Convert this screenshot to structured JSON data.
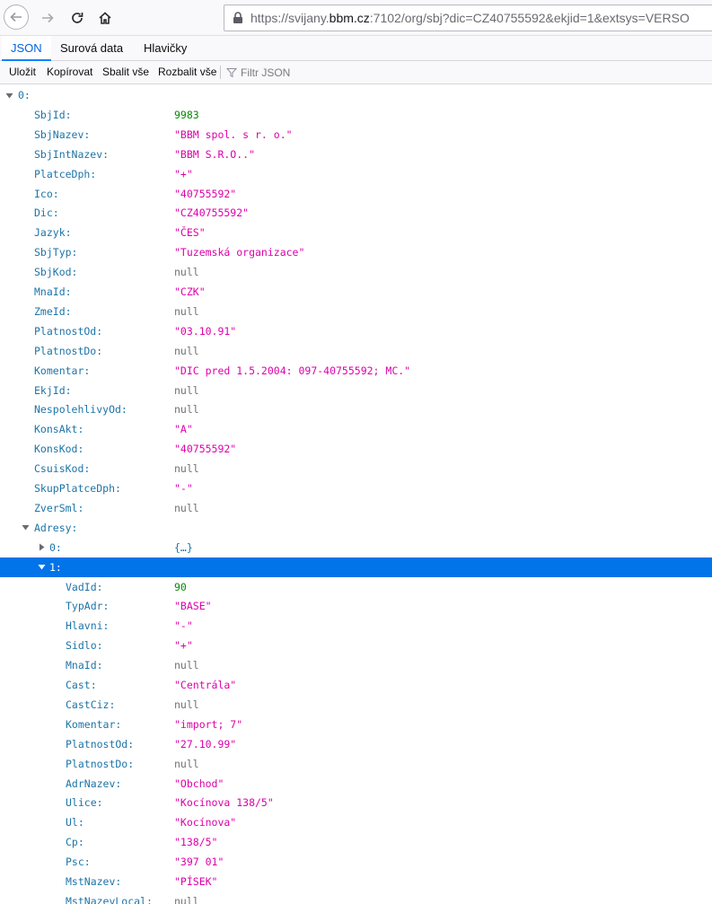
{
  "browser": {
    "url_prefix": "https://svijany.",
    "url_host": "bbm.cz",
    "url_suffix": ":7102/org/sbj?dic=CZ40755592&ekjid=1&extsys=VERSO"
  },
  "tabs": [
    {
      "label": "JSON",
      "active": true
    },
    {
      "label": "Surová data",
      "active": false
    },
    {
      "label": "Hlavičky",
      "active": false
    }
  ],
  "toolbar": {
    "save": "Uložit",
    "copy": "Kopírovat",
    "collapse": "Sbalit vše",
    "expand": "Rozbalit vše",
    "filter_placeholder": "Filtr JSON"
  },
  "json_rows": [
    {
      "depth": 0,
      "key": "0:",
      "expander": "open"
    },
    {
      "depth": 1,
      "key": "SbjId:",
      "value": "9983",
      "type": "num"
    },
    {
      "depth": 1,
      "key": "SbjNazev:",
      "value": "\"BBM spol. s r. o.\"",
      "type": "str"
    },
    {
      "depth": 1,
      "key": "SbjIntNazev:",
      "value": "\"BBM S.R.O..\"",
      "type": "str"
    },
    {
      "depth": 1,
      "key": "PlatceDph:",
      "value": "\"+\"",
      "type": "str"
    },
    {
      "depth": 1,
      "key": "Ico:",
      "value": "\"40755592\"",
      "type": "str"
    },
    {
      "depth": 1,
      "key": "Dic:",
      "value": "\"CZ40755592\"",
      "type": "str"
    },
    {
      "depth": 1,
      "key": "Jazyk:",
      "value": "\"ČES\"",
      "type": "str"
    },
    {
      "depth": 1,
      "key": "SbjTyp:",
      "value": "\"Tuzemská organizace\"",
      "type": "str"
    },
    {
      "depth": 1,
      "key": "SbjKod:",
      "value": "null",
      "type": "null"
    },
    {
      "depth": 1,
      "key": "MnaId:",
      "value": "\"CZK\"",
      "type": "str"
    },
    {
      "depth": 1,
      "key": "ZmeId:",
      "value": "null",
      "type": "null"
    },
    {
      "depth": 1,
      "key": "PlatnostOd:",
      "value": "\"03.10.91\"",
      "type": "str"
    },
    {
      "depth": 1,
      "key": "PlatnostDo:",
      "value": "null",
      "type": "null"
    },
    {
      "depth": 1,
      "key": "Komentar:",
      "value": "\"DIC pred 1.5.2004: 097-40755592; MC.\"",
      "type": "str"
    },
    {
      "depth": 1,
      "key": "EkjId:",
      "value": "null",
      "type": "null"
    },
    {
      "depth": 1,
      "key": "NespolehlivyOd:",
      "value": "null",
      "type": "null"
    },
    {
      "depth": 1,
      "key": "KonsAkt:",
      "value": "\"A\"",
      "type": "str"
    },
    {
      "depth": 1,
      "key": "KonsKod:",
      "value": "\"40755592\"",
      "type": "str"
    },
    {
      "depth": 1,
      "key": "CsuisKod:",
      "value": "null",
      "type": "null"
    },
    {
      "depth": 1,
      "key": "SkupPlatceDph:",
      "value": "\"-\"",
      "type": "str"
    },
    {
      "depth": 1,
      "key": "ZverSml:",
      "value": "null",
      "type": "null"
    },
    {
      "depth": 1,
      "key": "Adresy:",
      "expander": "open"
    },
    {
      "depth": 2,
      "key": "0:",
      "value": "{…}",
      "type": "obj",
      "expander": "closed"
    },
    {
      "depth": 2,
      "key": "1:",
      "expander": "open",
      "selected": true
    },
    {
      "depth": 3,
      "key": "VadId:",
      "value": "90",
      "type": "num"
    },
    {
      "depth": 3,
      "key": "TypAdr:",
      "value": "\"BASE\"",
      "type": "str"
    },
    {
      "depth": 3,
      "key": "Hlavni:",
      "value": "\"-\"",
      "type": "str"
    },
    {
      "depth": 3,
      "key": "Sidlo:",
      "value": "\"+\"",
      "type": "str"
    },
    {
      "depth": 3,
      "key": "MnaId:",
      "value": "null",
      "type": "null"
    },
    {
      "depth": 3,
      "key": "Cast:",
      "value": "\"Centrála\"",
      "type": "str"
    },
    {
      "depth": 3,
      "key": "CastCiz:",
      "value": "null",
      "type": "null"
    },
    {
      "depth": 3,
      "key": "Komentar:",
      "value": "\"import; 7\"",
      "type": "str"
    },
    {
      "depth": 3,
      "key": "PlatnostOd:",
      "value": "\"27.10.99\"",
      "type": "str"
    },
    {
      "depth": 3,
      "key": "PlatnostDo:",
      "value": "null",
      "type": "null"
    },
    {
      "depth": 3,
      "key": "AdrNazev:",
      "value": "\"Obchod\"",
      "type": "str"
    },
    {
      "depth": 3,
      "key": "Ulice:",
      "value": "\"Kocínova 138/5\"",
      "type": "str"
    },
    {
      "depth": 3,
      "key": "Ul:",
      "value": "\"Kocínova\"",
      "type": "str"
    },
    {
      "depth": 3,
      "key": "Cp:",
      "value": "\"138/5\"",
      "type": "str"
    },
    {
      "depth": 3,
      "key": "Psc:",
      "value": "\"397 01\"",
      "type": "str"
    },
    {
      "depth": 3,
      "key": "MstNazev:",
      "value": "\"PÍSEK\"",
      "type": "str"
    },
    {
      "depth": 3,
      "key": "MstNazevLocal:",
      "value": "null",
      "type": "null"
    }
  ]
}
